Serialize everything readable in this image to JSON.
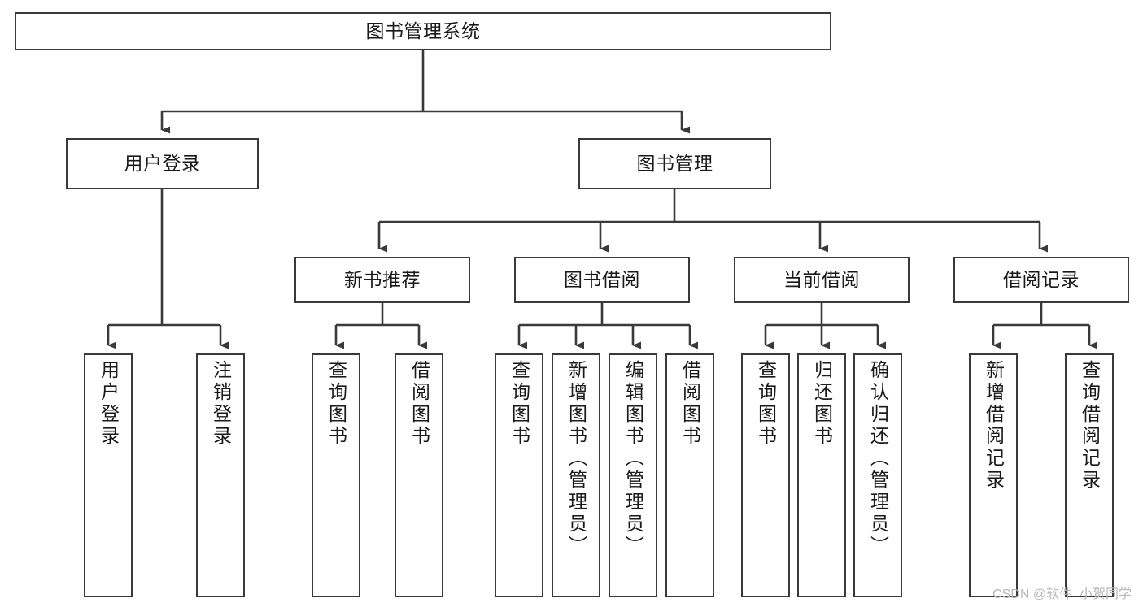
{
  "diagram": {
    "title": "图书管理系统",
    "type": "hierarchy-tree",
    "watermark": "CSDN @软件_小贺同学",
    "colors": {
      "stroke": "#3a3a3a",
      "fill": "#ffffff",
      "text": "#1a1a1a",
      "watermark": "#b8b8b8"
    }
  },
  "nodes": {
    "root": {
      "label": "图书管理系统"
    },
    "level2": [
      {
        "label": "用户登录"
      },
      {
        "label": "图书管理"
      }
    ],
    "level3": [
      {
        "label": "新书推荐"
      },
      {
        "label": "图书借阅"
      },
      {
        "label": "当前借阅"
      },
      {
        "label": "借阅记录"
      }
    ],
    "leaves": [
      {
        "label": "用户登录"
      },
      {
        "label": "注销登录"
      },
      {
        "label": "查询图书"
      },
      {
        "label": "借阅图书"
      },
      {
        "label": "查询图书"
      },
      {
        "label": "新增图书（管理员）"
      },
      {
        "label": "编辑图书（管理员）"
      },
      {
        "label": "借阅图书"
      },
      {
        "label": "查询图书"
      },
      {
        "label": "归还图书"
      },
      {
        "label": "确认归还（管理员）"
      },
      {
        "label": "新增借阅记录"
      },
      {
        "label": "查询借阅记录"
      }
    ]
  }
}
